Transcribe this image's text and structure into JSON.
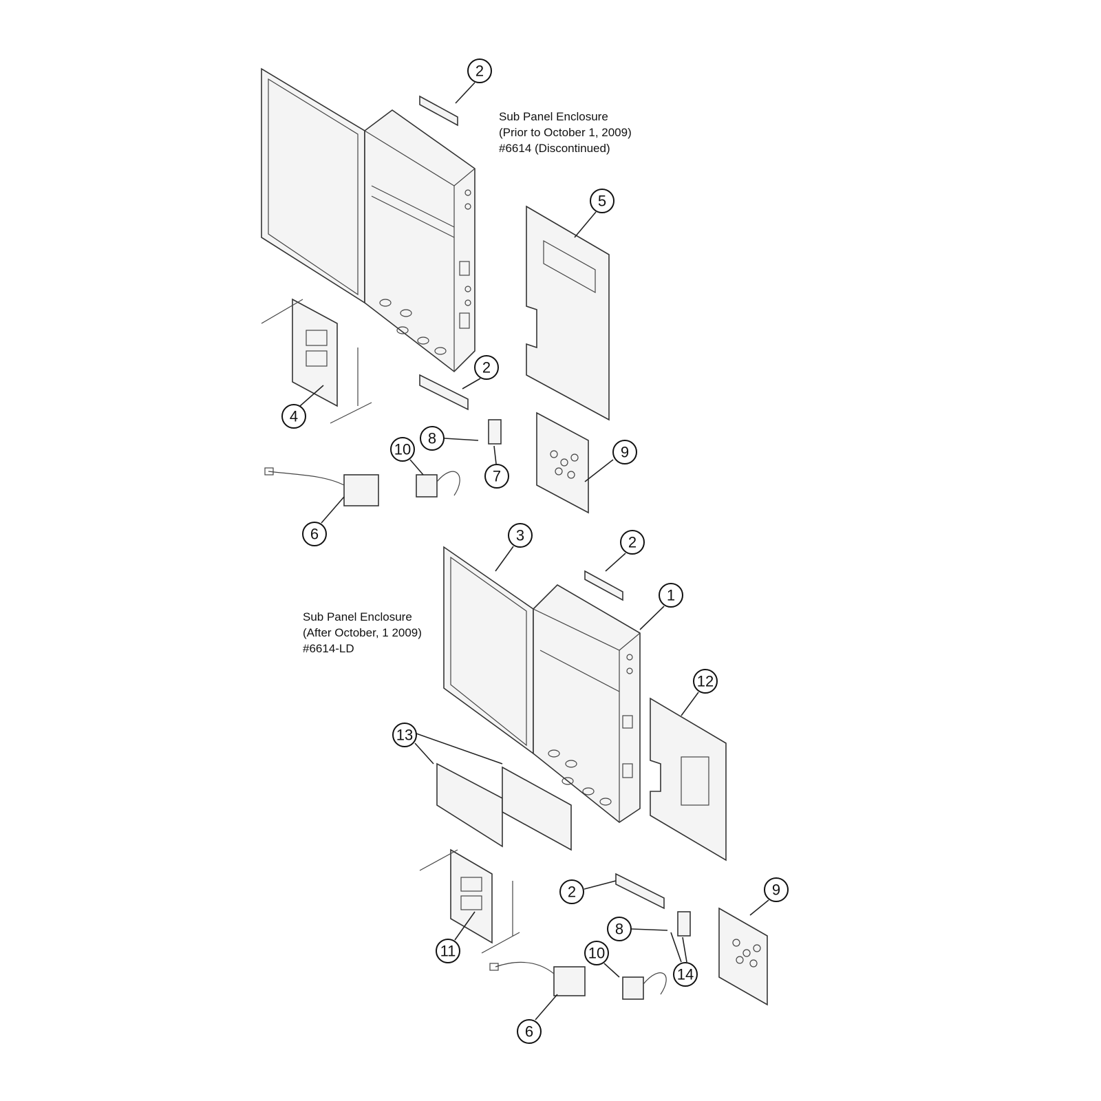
{
  "title_top": {
    "line1": "Sub Panel Enclosure",
    "line2": "(Prior to October 1, 2009)",
    "line3": "#6614 (Discontinued)"
  },
  "title_bottom": {
    "line1": "Sub Panel Enclosure",
    "line2": "(After October, 1 2009)",
    "line3": "#6614-LD"
  },
  "callouts_top": [
    "2",
    "5",
    "2",
    "4",
    "8",
    "10",
    "9",
    "7",
    "6"
  ],
  "callouts_bottom": [
    "3",
    "2",
    "1",
    "12",
    "13",
    "2",
    "9",
    "8",
    "10",
    "14",
    "11",
    "6"
  ]
}
